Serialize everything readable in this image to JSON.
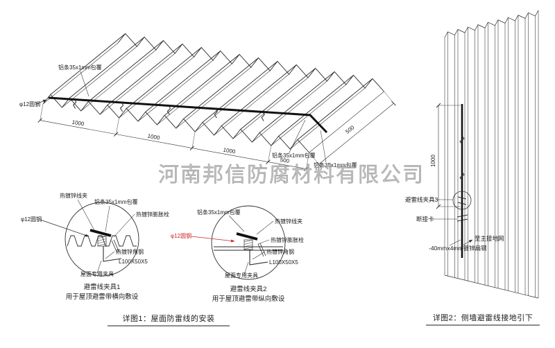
{
  "watermark": "河南邦信防腐材料有限公司",
  "roof": {
    "label_strip_top": "铝条35x1mm包覆",
    "label_wire_left": "φ12圆钢",
    "label_strip_right": "铝条35x1mm包覆",
    "label_strip_right2": "铝条35x1mm包覆",
    "dims_bottom": [
      "1000",
      "1000",
      "1000",
      "500"
    ],
    "dim_right": "500"
  },
  "detail1": {
    "labels": {
      "clip": "热镀锌线夹",
      "strip": "铝条35x1mm包覆",
      "bolt": "热镀锌膨胀栓",
      "wire": "φ12圆钢",
      "angle": "热镀锌角钢",
      "angle_size": "L100X50X5",
      "roof_clamp": "屋面专用夹具"
    },
    "title": "避雷线夹具1",
    "subtitle": "用于屋顶避雷带横向敷设"
  },
  "detail2": {
    "labels": {
      "strip": "铝条35x1mm包覆",
      "clip": "热镀锌线夹",
      "wire": "φ12圆钢",
      "bolt": "热镀锌膨胀栓",
      "angle": "热镀锌角钢",
      "angle_size": "L100X50X5",
      "roof_clamp": "屋面专用夹具"
    },
    "title": "避雷线夹具2",
    "subtitle": "用于屋顶避雷带纵向敷设"
  },
  "wall": {
    "label_clamp3": "避雷线夹具3",
    "label_disconnect": "断接卡",
    "label_to_ground": "至主接地网",
    "label_flat_steel": "-40mmx4mm镀锌扁钢",
    "dim_vertical": "1000"
  },
  "captions": {
    "fig1": "详图1：屋面防雷线的安装",
    "fig2": "详图2：侧墙避雷线接地引下"
  },
  "colors": {
    "line": "#2a2a2a",
    "wire": "#111111",
    "red": "#cc2222",
    "watermark": "#a9a9a9"
  }
}
